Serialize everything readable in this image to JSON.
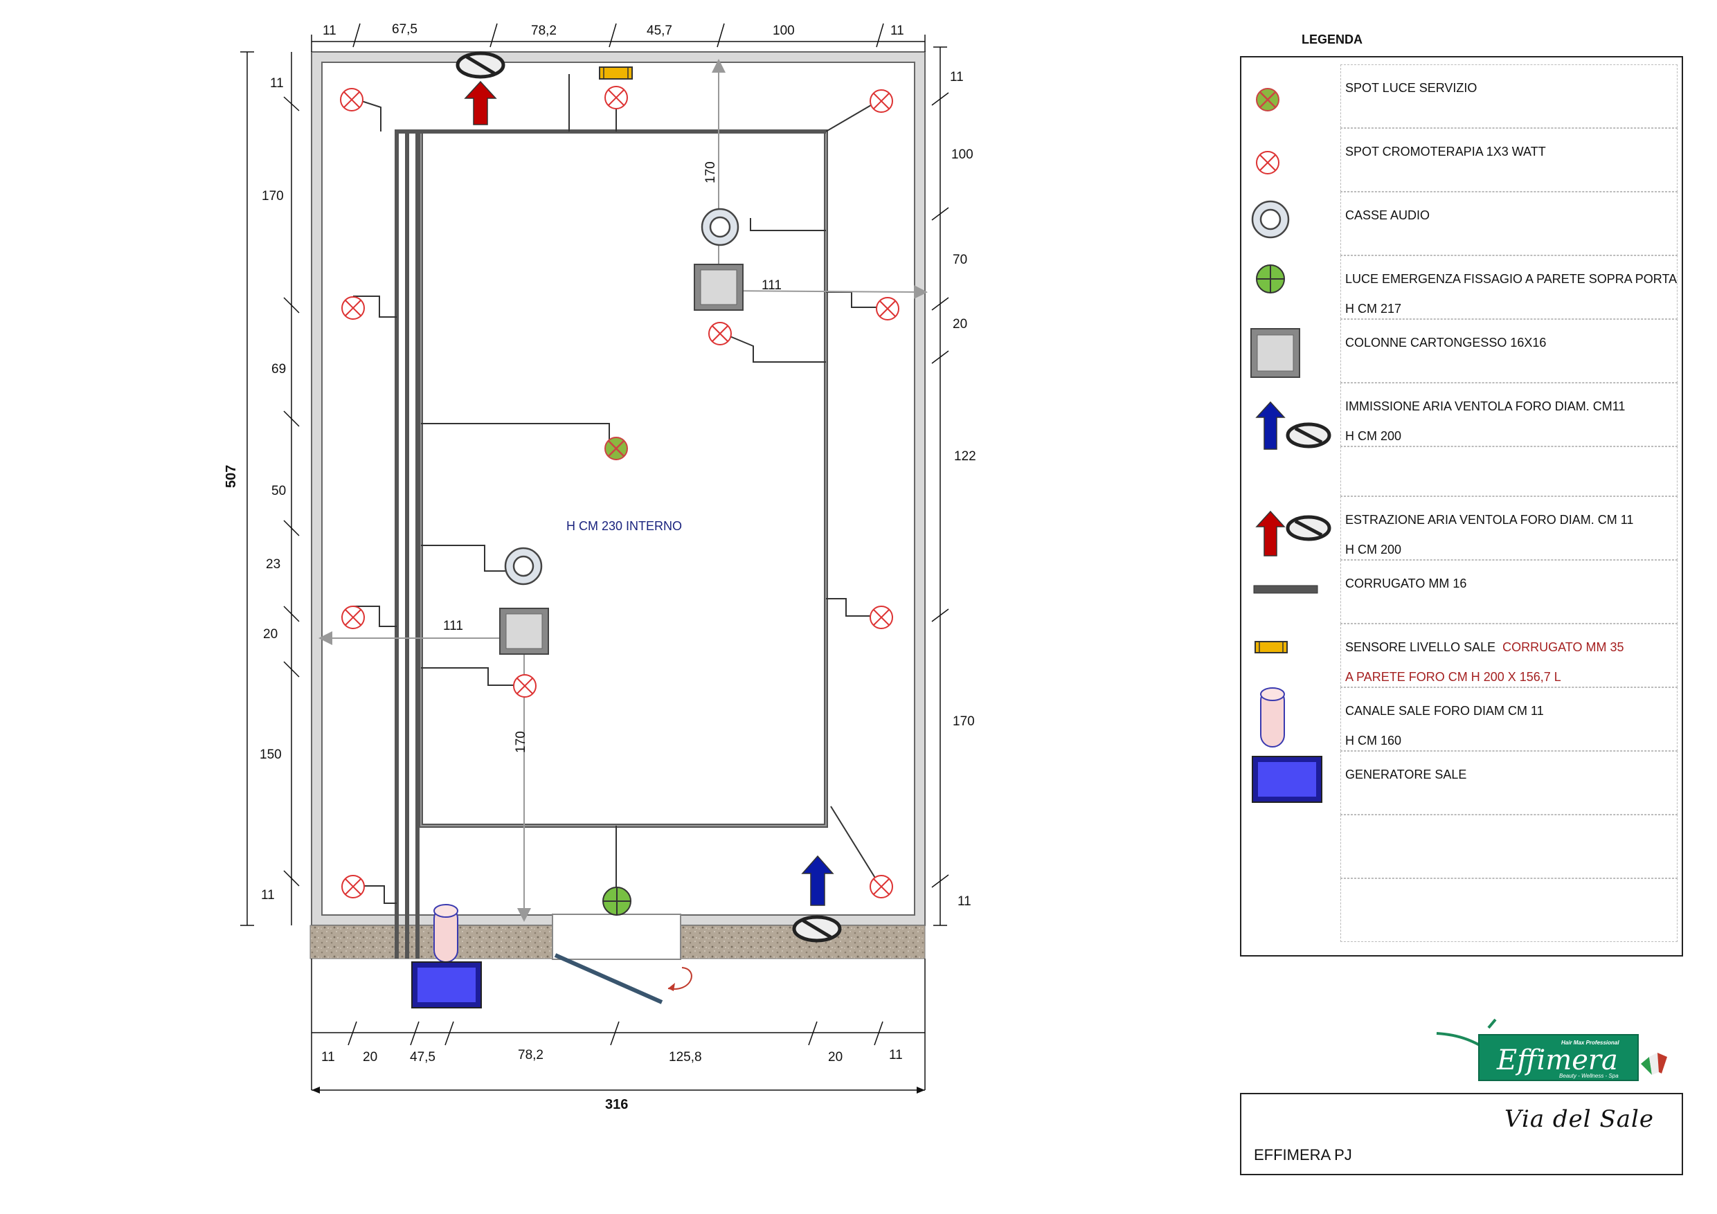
{
  "drawing": {
    "dims_top": [
      "11",
      "67,5",
      "78,2",
      "45,7",
      "100",
      "11"
    ],
    "dims_left": [
      "11",
      "170",
      "69",
      "50",
      "23",
      "20",
      "150",
      "11"
    ],
    "dims_right": [
      "11",
      "100",
      "70",
      "20",
      "122",
      "170",
      "11"
    ],
    "dims_bottom": [
      "11",
      "20",
      "47,5",
      "78,2",
      "125,8",
      "20",
      "11"
    ],
    "total_height": "507",
    "total_width": "316",
    "interior_label": "H  CM 230 INTERNO",
    "inner_dims": {
      "top_vertical": "170",
      "top_horizontal": "111",
      "bottom_horizontal": "111",
      "bottom_vertical": "170"
    }
  },
  "legend": {
    "title": "LEGENDA",
    "items": [
      {
        "symbol": "spot-servizio-icon",
        "lines": [
          "SPOT LUCE SERVIZIO"
        ]
      },
      {
        "symbol": "spot-cromoterapia-icon",
        "lines": [
          "SPOT CROMOTERAPIA  1X3 WATT"
        ]
      },
      {
        "symbol": "speaker-icon",
        "lines": [
          "CASSE AUDIO"
        ]
      },
      {
        "symbol": "emergency-light-icon",
        "lines": [
          "LUCE EMERGENZA FISSAGIO A PARETE SOPRA PORTA",
          "H CM 217"
        ]
      },
      {
        "symbol": "column-icon",
        "lines": [
          "COLONNE CARTONGESSO 16X16"
        ]
      },
      {
        "symbol": "air-in-icon",
        "lines": [
          "IMMISSIONE ARIA  VENTOLA  FORO  DIAM. CM11",
          "H CM 200"
        ]
      },
      {
        "symbol": "",
        "lines": []
      },
      {
        "symbol": "air-out-icon",
        "lines": [
          "ESTRAZIONE ARIA VENTOLA  FORO DIAM. CM 11",
          "H CM 200"
        ]
      },
      {
        "symbol": "conduit-icon",
        "lines": [
          "CORRUGATO MM 16"
        ]
      },
      {
        "symbol": "sensor-icon",
        "lines": [
          "SENSORE LIVELLO SALE",
          "A PARETE FORO  CM H 200 X 156,7 L"
        ],
        "extra": "CORRUGATO MM 35"
      },
      {
        "symbol": "salt-channel-icon",
        "lines": [
          "CANALE SALE  FORO DIAM CM  11",
          "H  CM 160"
        ]
      },
      {
        "symbol": "salt-generator-icon",
        "lines": [
          "GENERATORE SALE"
        ]
      },
      {
        "symbol": "",
        "lines": []
      },
      {
        "symbol": "",
        "lines": []
      }
    ]
  },
  "logo": {
    "brand": "Effimera",
    "tagline_top": "Hair Max Professional",
    "tagline_bottom": "Beauty - Wellness - Spa"
  },
  "titleblock": {
    "title": "Via del Sale",
    "project": "EFFIMERA PJ"
  },
  "colors": {
    "wall": "#d9d9d9",
    "floor_strip": "#b0a494",
    "conduit": "#555555",
    "red_arrow": "#c00000",
    "blue_arrow": "#0a1aa8",
    "sensor": "#f0b400",
    "generator": "#4040f0",
    "green_spot": "#8ab840",
    "legend_red_text": "#a52020"
  }
}
